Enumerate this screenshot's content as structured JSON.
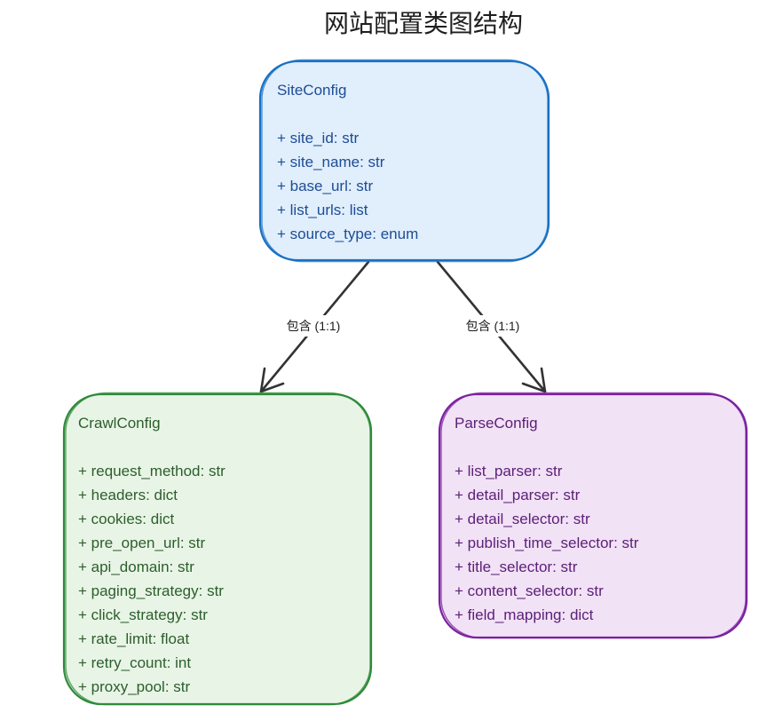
{
  "title": "网站配置类图结构",
  "classes": {
    "site_config": {
      "name": "SiteConfig",
      "attributes": [
        "+ site_id: str",
        "+ site_name: str",
        "+ base_url: str",
        "+ list_urls: list",
        "+ source_type: enum"
      ],
      "border_color": "#1971c2",
      "fill_color": "#e1eefb",
      "text_color": "#1c4d96"
    },
    "crawl_config": {
      "name": "CrawlConfig",
      "attributes": [
        "+ request_method: str",
        "+ headers: dict",
        "+ cookies: dict",
        "+ pre_open_url: str",
        "+ api_domain: str",
        "+ paging_strategy: str",
        "+ click_strategy: str",
        "+ rate_limit: float",
        "+ retry_count: int",
        "+ proxy_pool: str"
      ],
      "border_color": "#2f8a3a",
      "fill_color": "#e8f5e6",
      "text_color": "#2c5e2c"
    },
    "parse_config": {
      "name": "ParseConfig",
      "attributes": [
        "+ list_parser: str",
        "+ detail_parser: str",
        "+ detail_selector: str",
        "+ publish_time_selector: str",
        "+ title_selector: str",
        "+ content_selector: str",
        "+ field_mapping: dict"
      ],
      "border_color": "#7b22a0",
      "fill_color": "#f2e2f6",
      "text_color": "#5c2078"
    }
  },
  "relations": [
    {
      "label": "包含 (1:1)",
      "line_color": "#333333"
    },
    {
      "label": "包含 (1:1)",
      "line_color": "#333333"
    }
  ]
}
